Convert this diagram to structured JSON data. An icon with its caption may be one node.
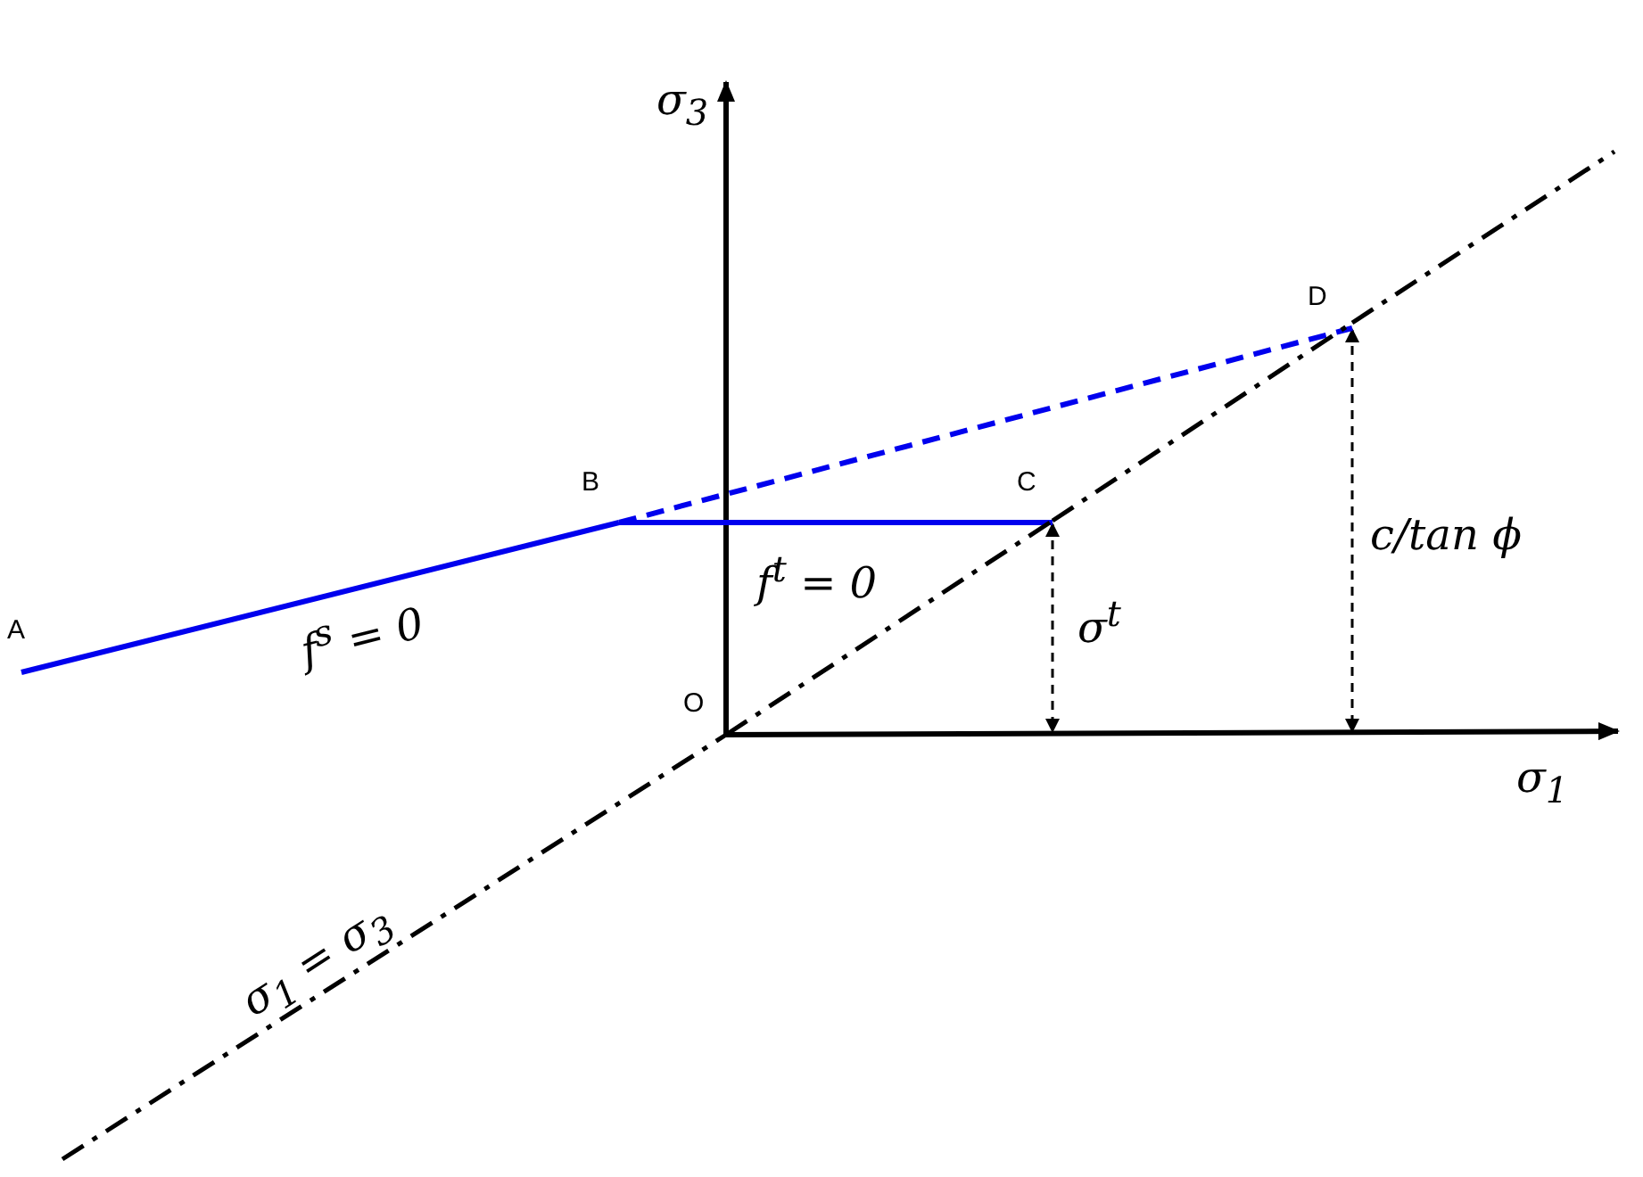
{
  "diagram": {
    "nodes": [
      {
        "text": [
          "A"
        ]
      },
      {
        "text": [
          "B"
        ]
      },
      {
        "text": [
          "C"
        ]
      },
      {
        "text": [
          "D"
        ]
      },
      {
        "text": [
          "O"
        ]
      }
    ],
    "edges": [
      {
        "from": 0,
        "to": 1,
        "arrow": "none",
        "label": "f$^{s}$ = 0",
        "color": "#0000ee"
      },
      {
        "from": 1,
        "to": 2,
        "arrow": "none",
        "label": "f$^{t}$ = 0",
        "color": "#0000ee"
      },
      {
        "from": 1,
        "to": 3,
        "arrow": "none",
        "style": "dashed",
        "color": "#0000ee"
      },
      {
        "from": null,
        "to": 4,
        "arrow": "none",
        "style": "dashed"
      },
      {
        "from": 4,
        "to": 2,
        "arrow": "none",
        "style": "dashed"
      },
      {
        "from": 2,
        "to": 3,
        "arrow": "none",
        "style": "dashed"
      },
      {
        "from": 3,
        "to": null,
        "arrow": "none",
        "style": "dashed"
      }
    ],
    "labels": [
      "σ$_{3}$",
      "σ$^{t}$",
      "c/tan ϕ",
      "σ$_{1}$",
      "σ$_{1}$ = σ$_{3}$"
    ]
  }
}
